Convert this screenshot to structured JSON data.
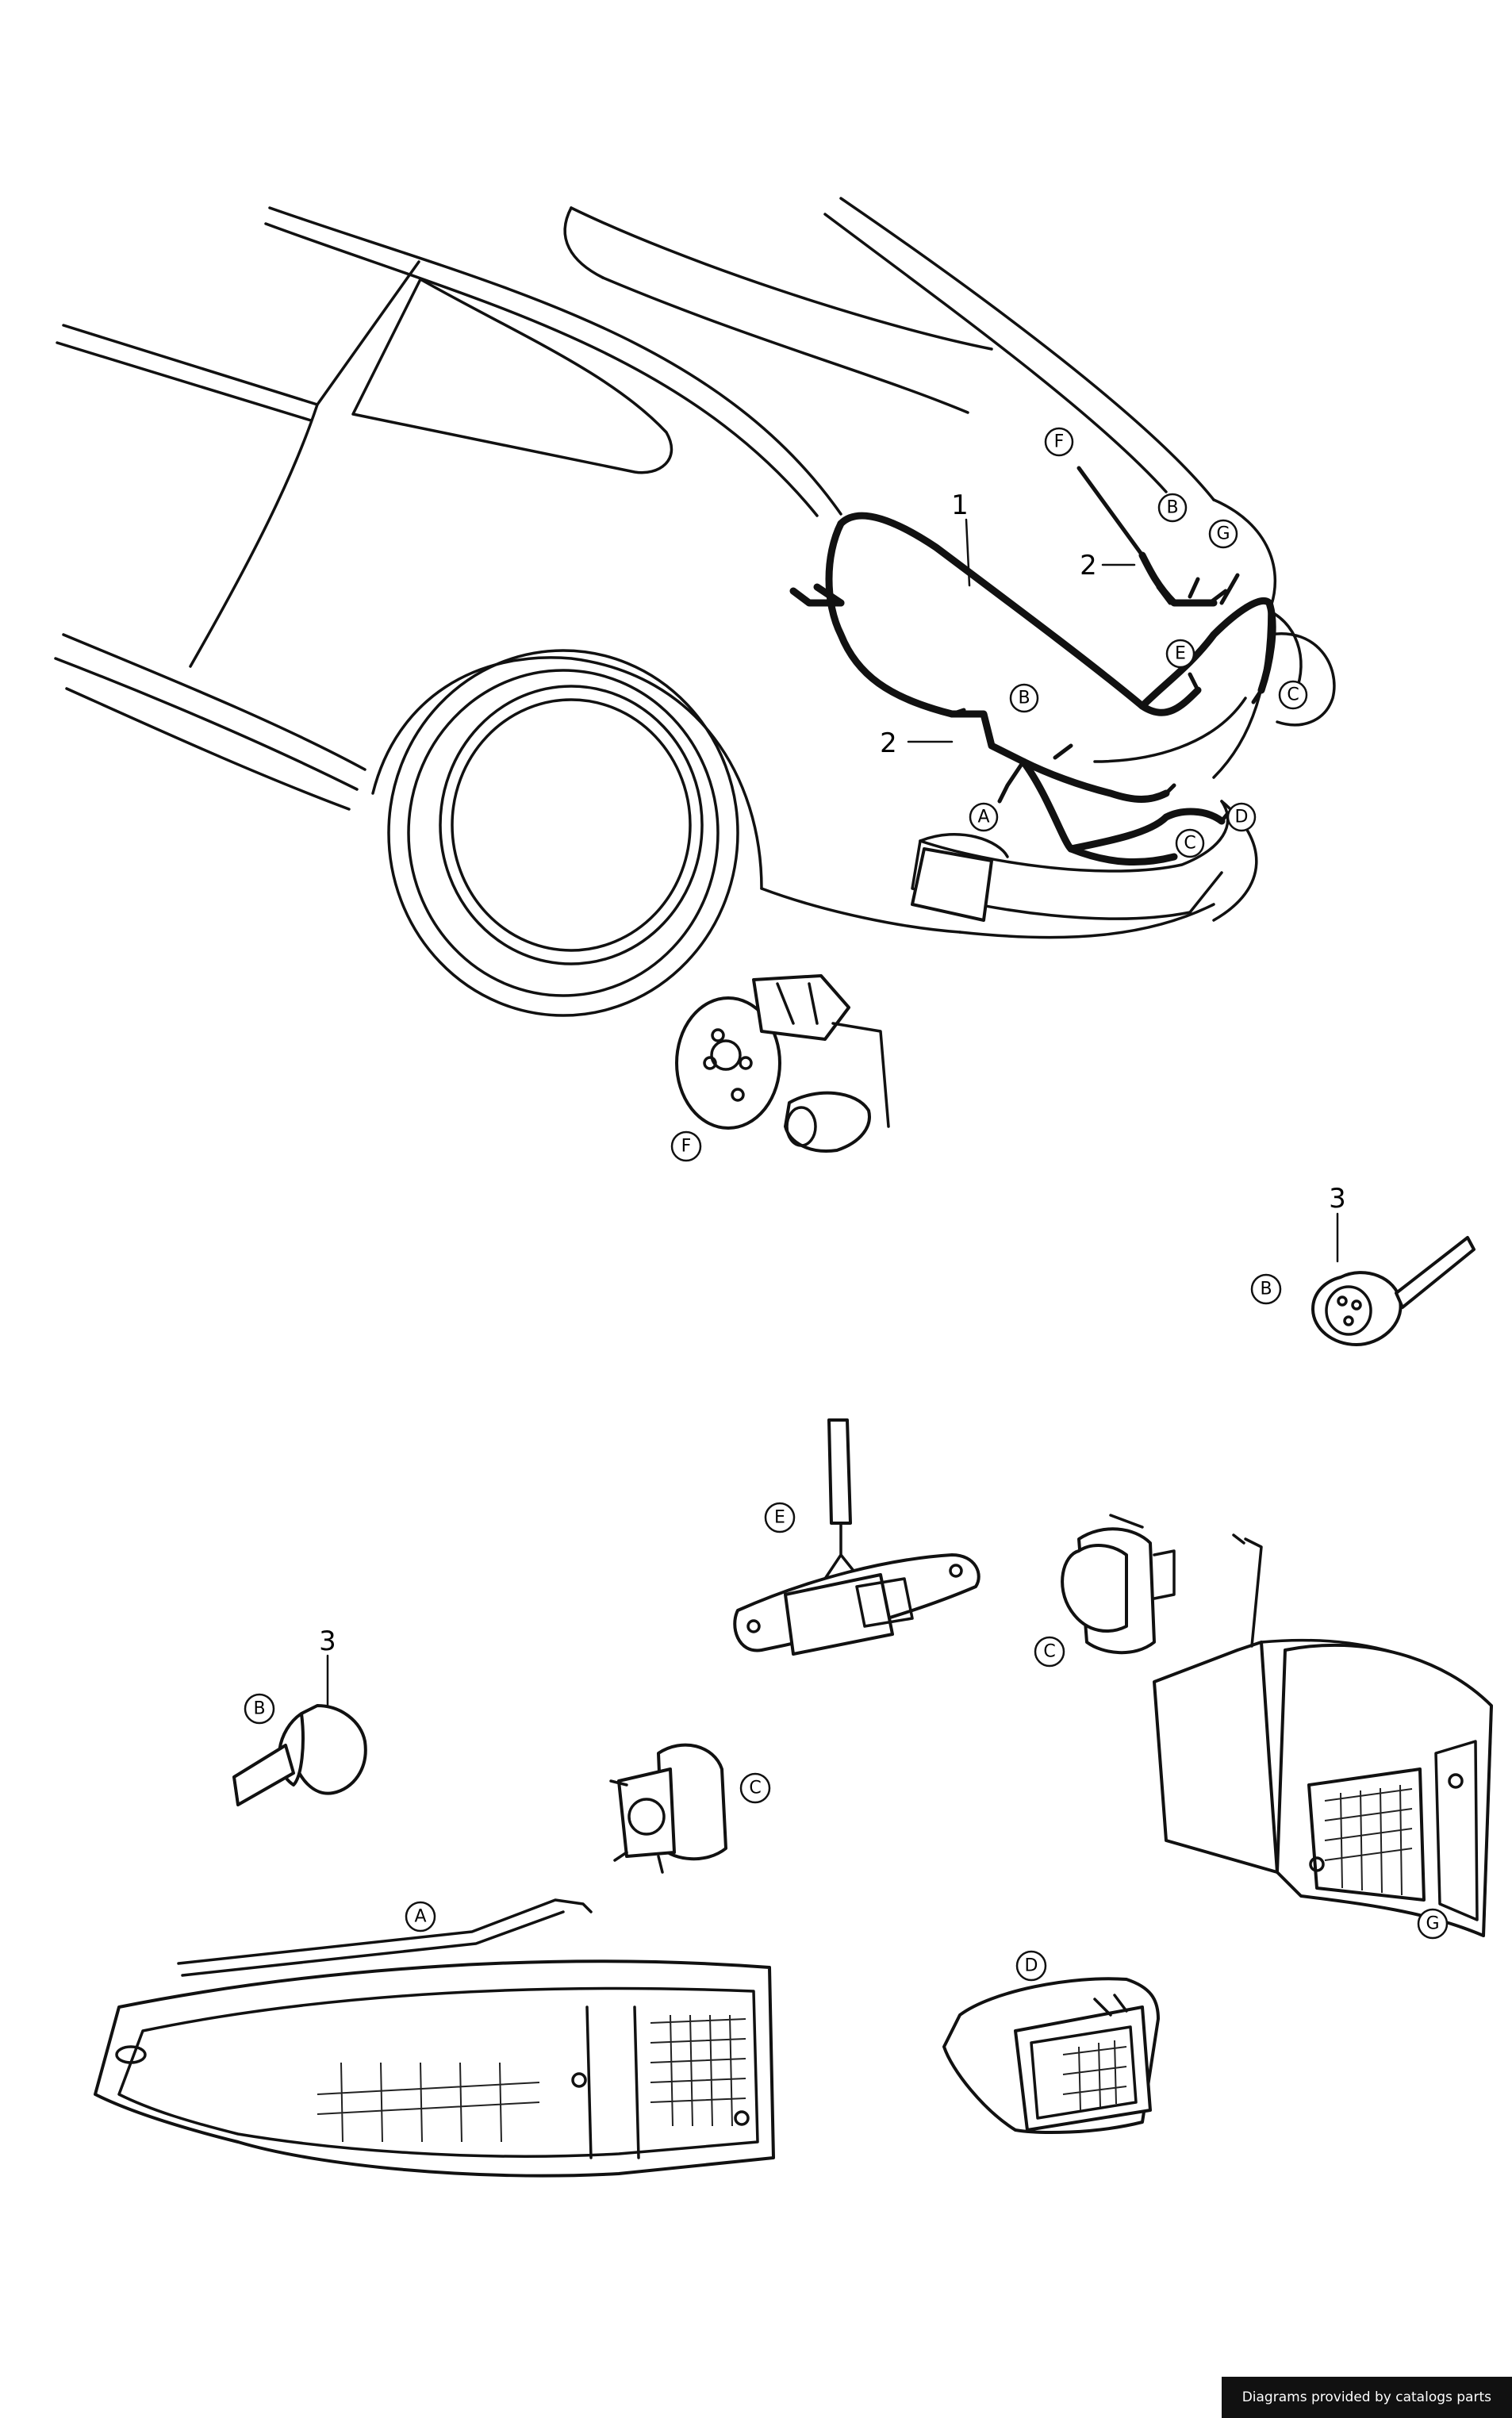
{
  "callouts": {
    "n1": "1",
    "n2": "2",
    "n3": "3"
  },
  "letters": {
    "A": "A",
    "B": "B",
    "C": "C",
    "D": "D",
    "E": "E",
    "F": "F",
    "G": "G"
  },
  "credit": "Diagrams provided by catalogs parts"
}
